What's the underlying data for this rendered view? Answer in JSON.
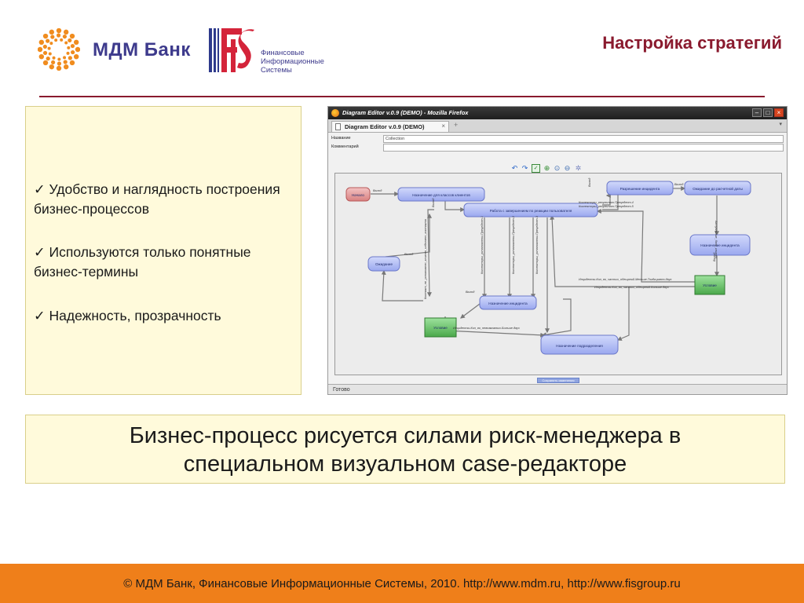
{
  "header": {
    "bank_name": "МДМ Банк",
    "fis_lines": [
      "Финансовые",
      "Информационные",
      "Системы"
    ],
    "slide_title": "Настройка стратегий"
  },
  "bullets": [
    {
      "mark": "✓",
      "text": "Удобство и наглядность построения бизнес-процессов"
    },
    {
      "mark": "✓",
      "text": "Используются только понятные бизнес-термины"
    },
    {
      "mark": "✓",
      "text": "Надежность, прозрачность"
    }
  ],
  "screenshot": {
    "window_title": "Diagram Editor v.0.9 (DEMO) - Mozilla Firefox",
    "tab_label": "Diagram Editor v.0.9 (DEMO)",
    "form": {
      "name_label": "Название",
      "name_value": "Collection",
      "comment_label": "Комментарий",
      "comment_value": ""
    },
    "toolbar_icons": [
      "undo-icon",
      "redo-icon",
      "check-icon",
      "zoom-in-icon",
      "zoom-reset-icon",
      "zoom-out-icon",
      "settings-icon"
    ],
    "save_button": "Сохранить изменения",
    "status": "Готово",
    "diagram": {
      "nodes": [
        {
          "id": "start",
          "label": "Начало",
          "kind": "start"
        },
        {
          "id": "assign_class",
          "label": "Назначение для классов клиентов",
          "kind": "task"
        },
        {
          "id": "work_done",
          "label": "Работа с завершением по реакции пользователя",
          "kind": "task"
        },
        {
          "id": "resolve",
          "label": "Разрешение инцидента",
          "kind": "task"
        },
        {
          "id": "wait_date",
          "label": "Ожидание до расчетной даты",
          "kind": "task"
        },
        {
          "id": "assign_incident_r",
          "label": "Назначение инцидента",
          "kind": "task"
        },
        {
          "id": "cond_r",
          "label": "Условие",
          "kind": "condition"
        },
        {
          "id": "wait",
          "label": "Ожидание",
          "kind": "task"
        },
        {
          "id": "assign_incident",
          "label": "Назначение инцидента",
          "kind": "task"
        },
        {
          "id": "cond_l",
          "label": "Условие",
          "kind": "condition"
        },
        {
          "id": "assign_unit",
          "label": "Назначение подразделения",
          "kind": "task"
        }
      ],
      "edge_labels": [
        "Выход",
        "Выход",
        "Выход",
        "Выход",
        "Выход",
        "Выход",
        "Выход",
        "Коллекторы_результат.Прецедент.4",
        "Коллекторы_результат.Прецедент.5",
        "Актуальные_банк_клиент",
        "Контакт_не_установлен_клиент_избегает_контакта",
        "Коллекторы_установлены.Прецедент.1",
        "Коллекторы_установлены.Прецедент.2",
        "Коллекторы_установлены.Прецедент.3",
        "Инциденты.Кол_во_частых_обещаний.Меньше.Тогда.равно.двух",
        "Инциденты.Кол_во_частых_обещаний.Больше.двух",
        "Инциденты.Кол_во_невозможных.Больше.двух"
      ]
    }
  },
  "caption": {
    "line1": "Бизнес-процесс рисуется силами риск-менеджера в",
    "line2": "специальном визуальном case-редакторе"
  },
  "footer": {
    "text": "© МДМ Банк, Финансовые Информационные Системы, 2010. http://www.mdm.ru, http://www.fisgroup.ru"
  },
  "colors": {
    "title": "#8a1a2e",
    "brand_blue": "#3d3a8c",
    "logo_orange": "#f08c1e",
    "fis_red": "#d4243a",
    "box_fill": "#fffadb",
    "footer": "#ef7f1a",
    "node_task": "#b9c3f5",
    "node_start": "#e69a9a",
    "node_condition": "#6cc36c"
  }
}
